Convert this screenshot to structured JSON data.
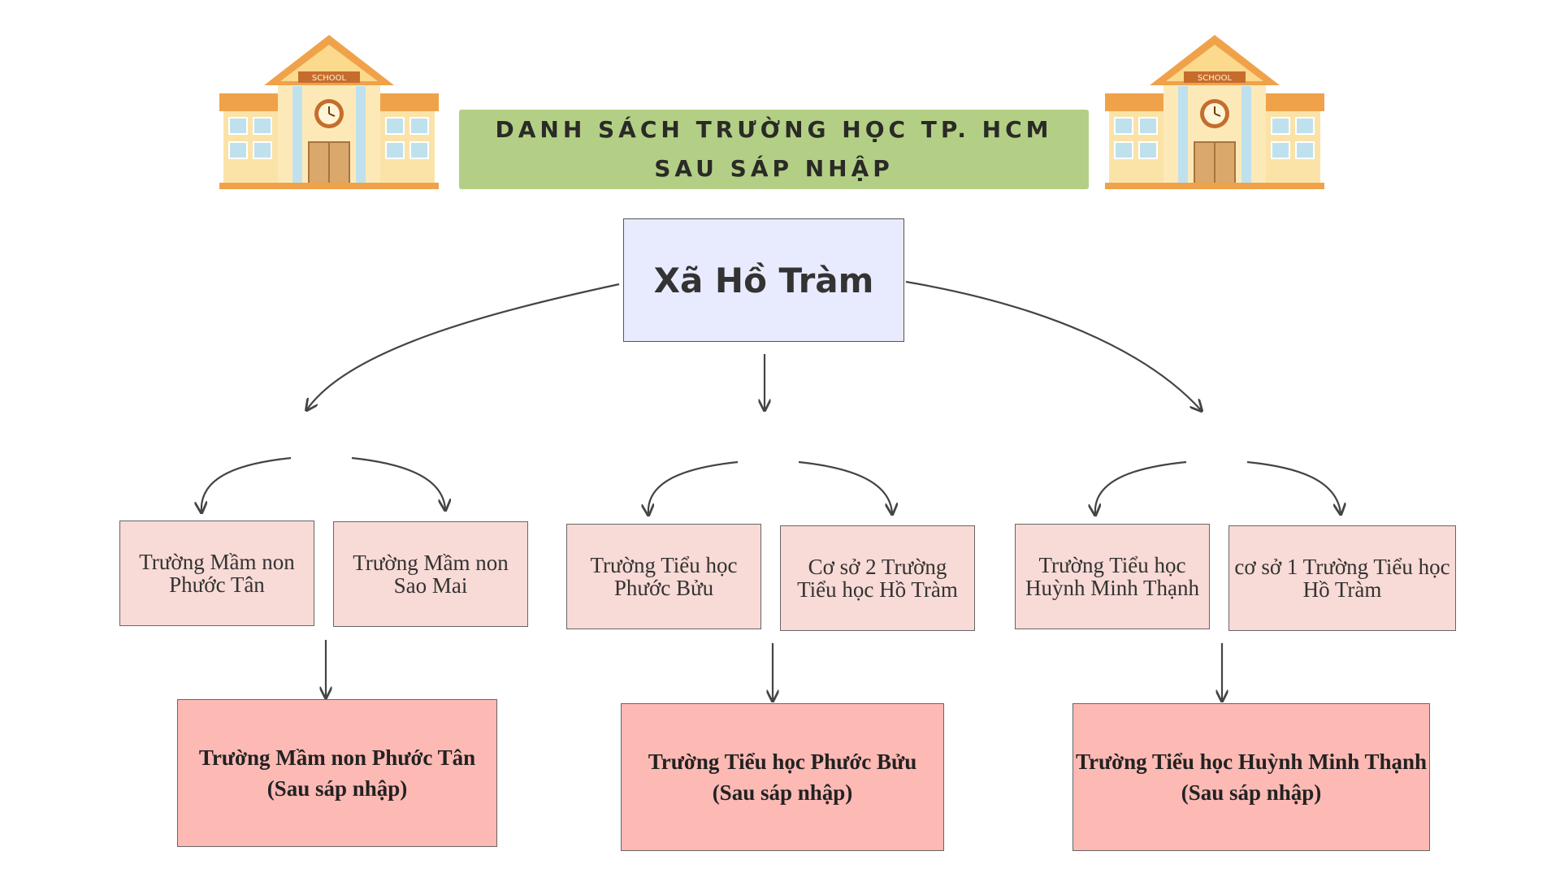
{
  "header": {
    "title_line1": "DANH SÁCH TRƯỜNG HỌC TP. HCM",
    "title_line2": "SAU SÁP NHẬP",
    "school_sign": "SCHOOL"
  },
  "center_node": {
    "label": "Xã Hồ Tràm"
  },
  "groups": [
    {
      "schools": [
        "Trường Mầm non\nPhước Tân",
        "Trường Mầm non\nSao Mai"
      ],
      "result": "Trường Mầm non Phước Tân\n(Sau sáp nhập)"
    },
    {
      "schools": [
        "Trường Tiểu học\nPhước Bửu",
        "Cơ sở 2 Trường\nTiểu học Hồ Tràm"
      ],
      "result": "Trường Tiểu học Phước Bửu\n(Sau sáp nhập)"
    },
    {
      "schools": [
        "Trường Tiểu học\nHuỳnh Minh Thạnh",
        "cơ sở 1 Trường Tiểu học\nHồ Tràm"
      ],
      "result": "Trường Tiểu học Huỳnh Minh Thạnh\n(Sau sáp nhập)"
    }
  ],
  "colors": {
    "banner": "#b3cf86",
    "center_fill": "#e8ebfd",
    "school_fill": "#f8dad6",
    "result_fill": "#fdb9b4",
    "connector": "#444444"
  }
}
